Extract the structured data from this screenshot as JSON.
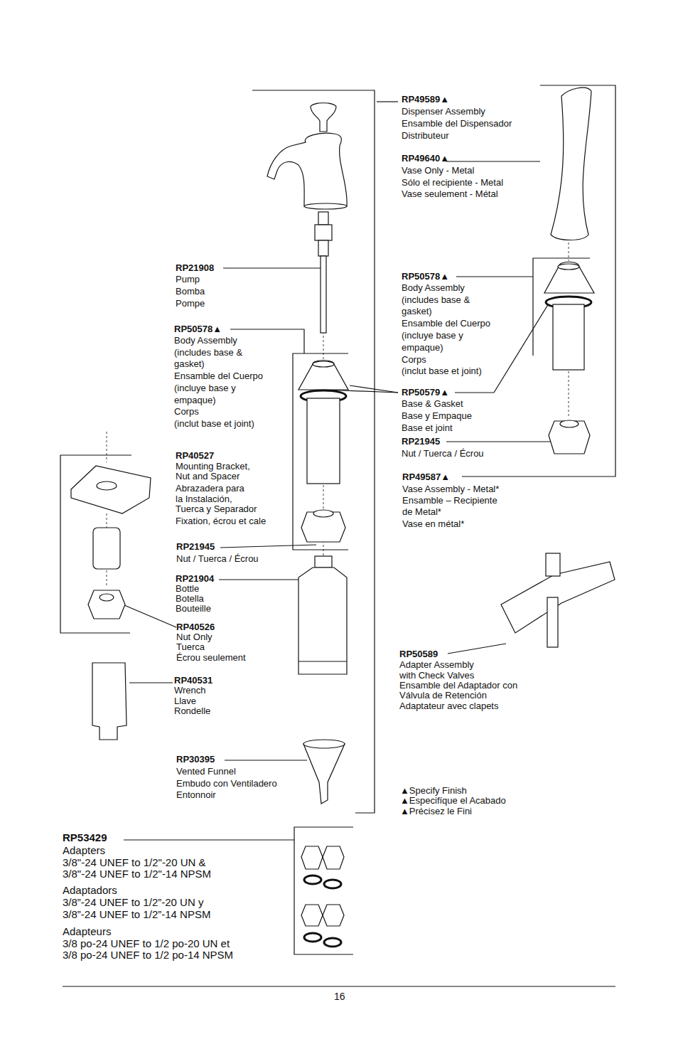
{
  "diagram": {
    "labels": [
      "RP49589▲",
      "Dispenser Assembly",
      "Ensamble del Dispensador",
      "Distributeur",
      "RP49640▲",
      "Vase Only - Metal",
      "Sólo el recipiente - Metal",
      "Vase seulement - Métal",
      "RP21908",
      "Pump",
      "Bomba",
      "Pompe",
      "RP50578▲",
      "Body Assembly",
      "(includes base &",
      "gasket)",
      "Ensamble del Cuerpo",
      "(incluye base y",
      "empaque)",
      "Corps",
      "(inclut base et joint)",
      "RP50578▲",
      "Body Assembly",
      "(includes base &",
      "gasket)",
      "Ensamble del Cuerpo",
      "(incluye base y",
      "empaque)",
      "Corps",
      "(inclut base et joint)",
      "RP50579▲",
      "Base & Gasket",
      "Base y Empaque",
      "Base et joint",
      "RP21945",
      "Nut / Tuerca / Écrou",
      "RP49587▲",
      "Vase Assembly - Metal*",
      "Ensamble – Recipiente",
      "de Metal*",
      "Vase en métal*",
      "RP40527",
      "Mounting Bracket,",
      "Nut and Spacer",
      "Abrazadera para",
      "la Instalación,",
      "Tuerca y Separador",
      "Fixation, écrou et cale",
      "RP21945",
      "Nut / Tuerca / Écrou",
      "RP21904",
      "Bottle",
      "Botella",
      "Bouteille",
      "RP40526",
      "Nut Only",
      "Tuerca",
      "Écrou seulement",
      "RP40531",
      "Wrench",
      "Llave",
      "Rondelle",
      "RP30395",
      "Vented Funnel",
      "Embudo con Ventiladero",
      "Entonnoir",
      "RP50589",
      "Adapter Assembly",
      "with Check Valves",
      "Ensamble del Adaptador con",
      "Válvula de Retención",
      "Adaptateur avec clapets",
      "▲Specify Finish",
      "▲Especifíque el Acabado",
      "▲Précisez le Fini",
      "RP53429",
      "Adapters",
      "3/8\"-24 UNEF to 1/2\"-20 UN &",
      "3/8\"-24 UNEF to 1/2\"-14 NPSM",
      "Adaptadors",
      "3/8”-24 UNEF to 1/2”-20 UN y",
      "3/8”-24 UNEF to 1/2”-14 NPSM",
      "Adapteurs",
      "3/8 po-24 UNEF to 1/2 po-20 UN et",
      "3/8 po-24 UNEF to 1/2 po-14 NPSM",
      "16"
    ]
  }
}
